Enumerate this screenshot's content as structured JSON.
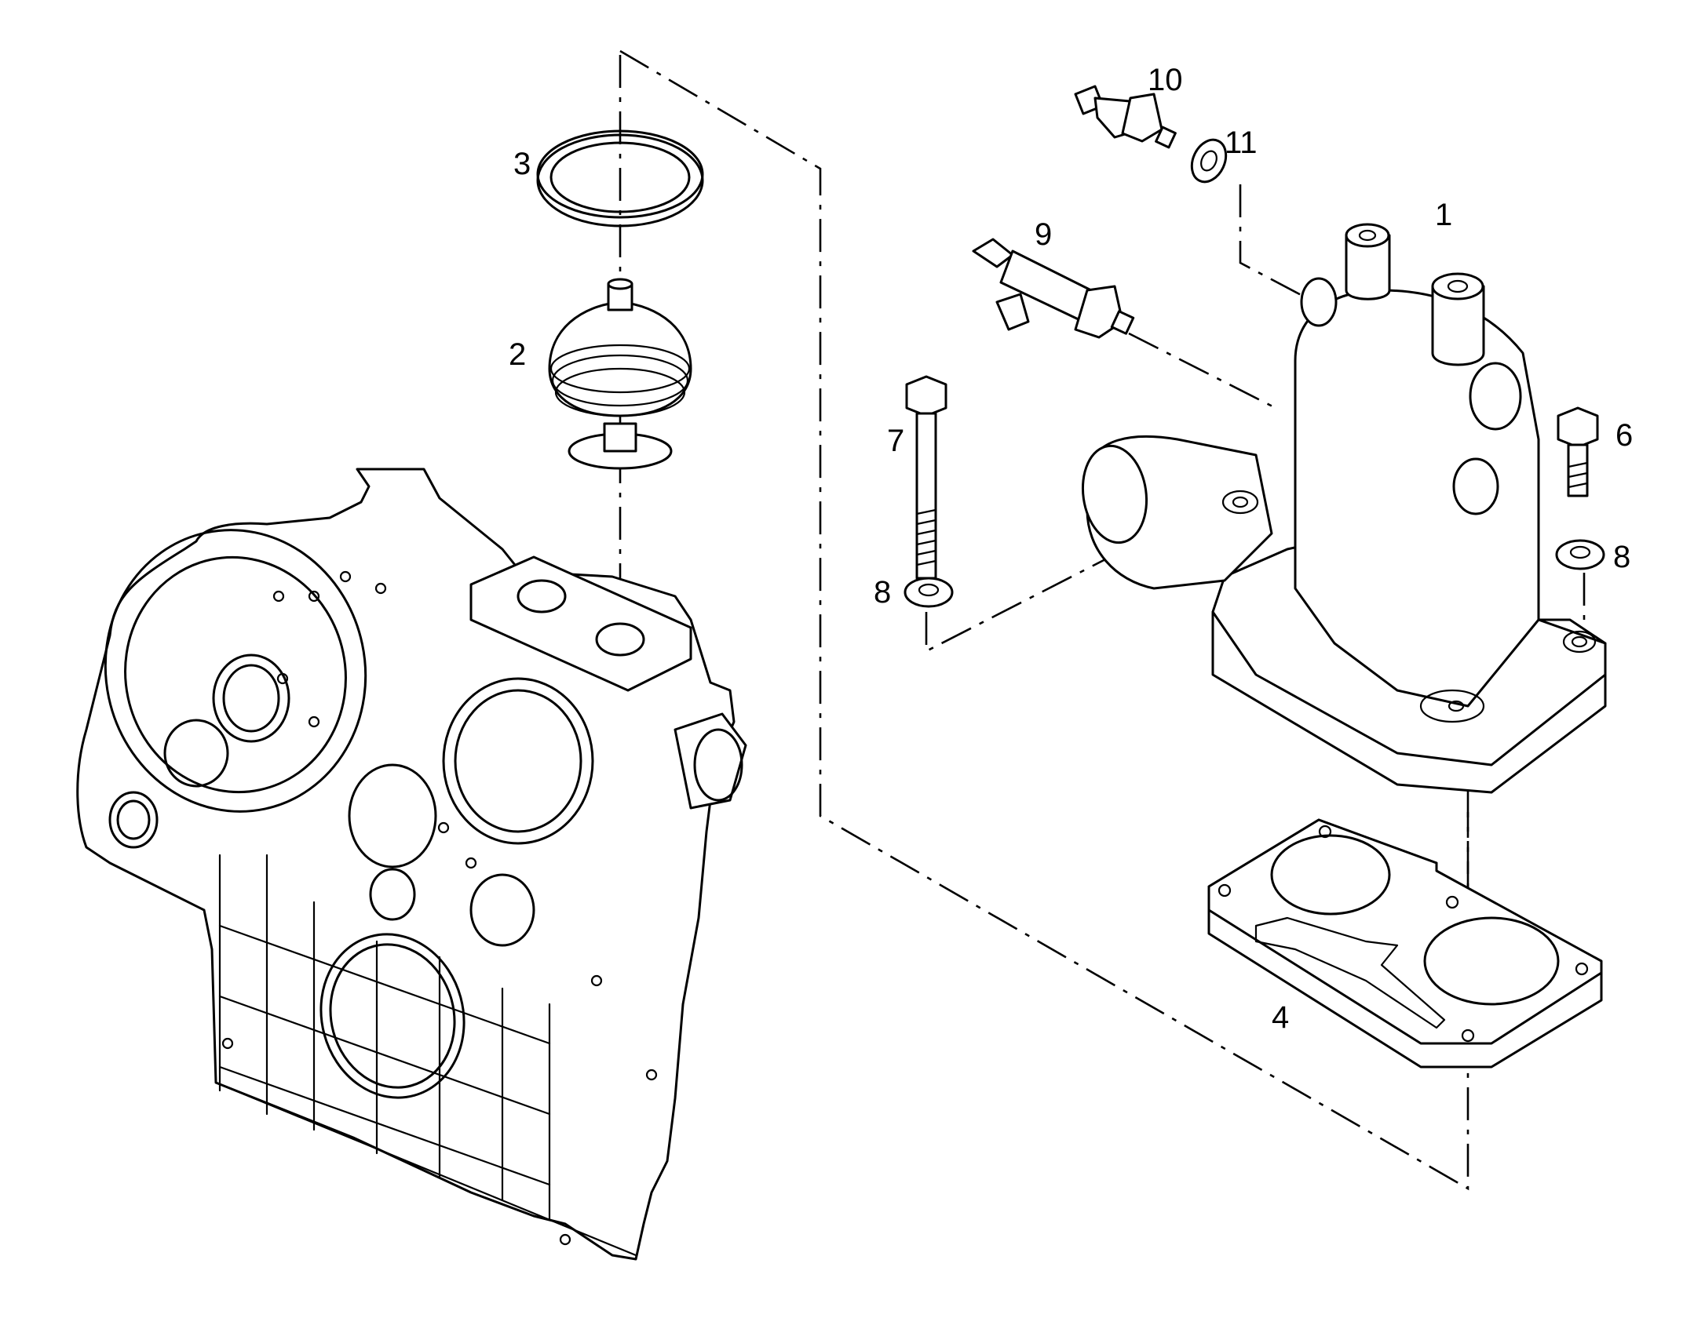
{
  "diagram": {
    "parts": [
      {
        "id": "housing",
        "label": "1"
      },
      {
        "id": "thermostat",
        "label": "2"
      },
      {
        "id": "seal-ring",
        "label": "3"
      },
      {
        "id": "gasket",
        "label": "4"
      },
      {
        "id": "bolt-short",
        "label": "6"
      },
      {
        "id": "bolt-long",
        "label": "7"
      },
      {
        "id": "washer-left",
        "label": "8"
      },
      {
        "id": "washer-right",
        "label": "8"
      },
      {
        "id": "temperature-sender",
        "label": "9"
      },
      {
        "id": "temperature-switch",
        "label": "10"
      },
      {
        "id": "sealing-washer",
        "label": "11"
      }
    ]
  }
}
